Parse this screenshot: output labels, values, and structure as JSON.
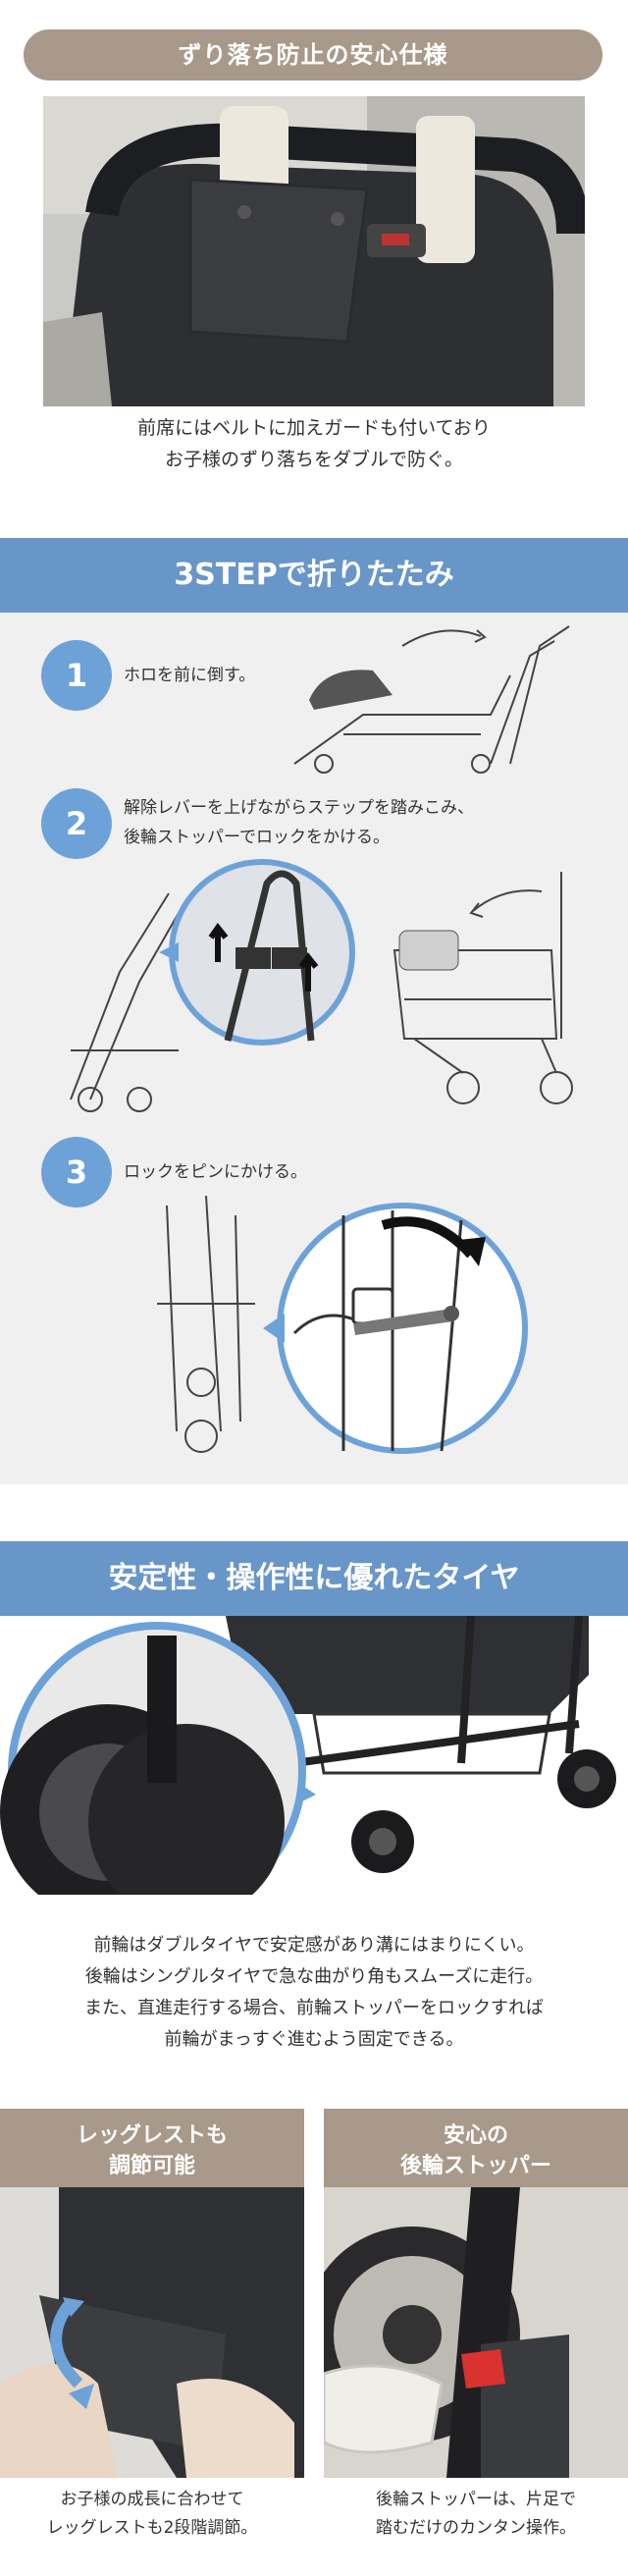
{
  "section1": {
    "title": "ずり落ち防止の安心仕様",
    "caption_line1": "前席にはベルトに加えガードも付いており",
    "caption_line2": "お子様のずり落ちをダブルで防ぐ。"
  },
  "section2": {
    "title": "3STEPで折りたたみ",
    "steps": [
      {
        "num": "1",
        "text_line1": "ホロを前に倒す。",
        "text_line2": ""
      },
      {
        "num": "2",
        "text_line1": "解除レバーを上げながらステップを踏みこみ、",
        "text_line2": "後輪ストッパーでロックをかける。"
      },
      {
        "num": "3",
        "text_line1": "ロックをピンにかける。",
        "text_line2": ""
      }
    ]
  },
  "section3": {
    "title": "安定性・操作性に優れたタイヤ",
    "caption_lines": [
      "前輪はダブルタイヤで安定感があり溝にはまりにくい。",
      "後輪はシングルタイヤで急な曲がり角もスムーズに走行。",
      "また、直進走行する場合、前輪ストッパーをロックすれば",
      "前輪がまっすぐ進むよう固定できる。"
    ]
  },
  "cards": [
    {
      "head_line1": "レッグレストも",
      "head_line2": "調節可能",
      "cap_line1": "お子様の成長に合わせて",
      "cap_line2": "レッグレストも2段階調節。"
    },
    {
      "head_line1": "安心の",
      "head_line2": "後輪ストッパー",
      "cap_line1": "後輪ストッパーは、片足で",
      "cap_line2": "踏むだけのカンタン操作。"
    }
  ],
  "colors": {
    "taupe": "#a8998a",
    "blue_band": "#6996c8",
    "step_circle": "#6da2d9",
    "gray_bg": "#f0f0f0"
  }
}
